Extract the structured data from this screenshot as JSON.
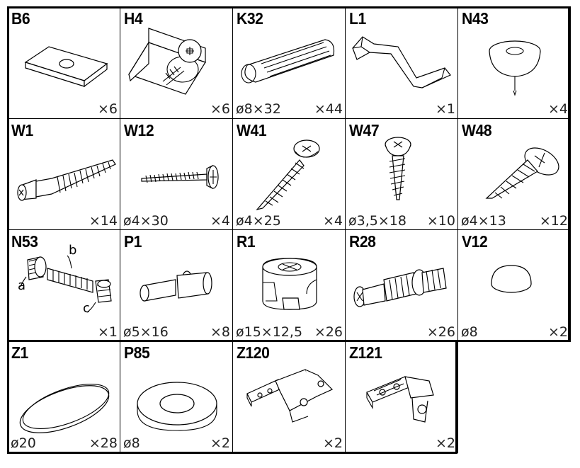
{
  "parts": [
    {
      "code": "B6",
      "size": "",
      "qty": "×6",
      "icon": "flat-plate-icon"
    },
    {
      "code": "H4",
      "size": "",
      "qty": "×6",
      "icon": "angle-bracket-screw-icon"
    },
    {
      "code": "K32",
      "size": "ø8×32",
      "qty": "×44",
      "icon": "wooden-dowel-icon"
    },
    {
      "code": "L1",
      "size": "",
      "qty": "×1",
      "icon": "allen-key-icon"
    },
    {
      "code": "N43",
      "size": "",
      "qty": "×4",
      "icon": "nail-glide-icon"
    },
    {
      "code": "W1",
      "size": "",
      "qty": "×14",
      "icon": "confirmat-screw-icon"
    },
    {
      "code": "W12",
      "size": "ø4×30",
      "qty": "×4",
      "icon": "long-screw-icon"
    },
    {
      "code": "W41",
      "size": "ø4×25",
      "qty": "×4",
      "icon": "pan-head-screw-icon"
    },
    {
      "code": "W47",
      "size": "ø3,5×18",
      "qty": "×10",
      "icon": "torx-screw-icon"
    },
    {
      "code": "W48",
      "size": "ø4×13",
      "qty": "×12",
      "icon": "countersunk-screw-icon"
    },
    {
      "code": "N53",
      "size": "",
      "qty": "×1",
      "icon": "adjustable-foot-icon",
      "callouts": [
        "a",
        "b",
        "c"
      ]
    },
    {
      "code": "P1",
      "size": "ø5×16",
      "qty": "×8",
      "icon": "shelf-pin-icon"
    },
    {
      "code": "R1",
      "size": "ø15×12,5",
      "qty": "×26",
      "icon": "cam-lock-icon"
    },
    {
      "code": "R28",
      "size": "",
      "qty": "×26",
      "icon": "cam-bolt-icon"
    },
    {
      "code": "V12",
      "size": "ø8",
      "qty": "×2",
      "icon": "cover-cap-icon"
    },
    {
      "code": "Z1",
      "size": "ø20",
      "qty": "×28",
      "icon": "washer-disc-icon"
    },
    {
      "code": "P85",
      "size": "ø8",
      "qty": "×2",
      "icon": "ring-spacer-icon"
    },
    {
      "code": "Z120",
      "size": "",
      "qty": "×2",
      "icon": "hinge-icon"
    },
    {
      "code": "Z121",
      "size": "",
      "qty": "×2",
      "icon": "hinge-plate-icon"
    }
  ]
}
